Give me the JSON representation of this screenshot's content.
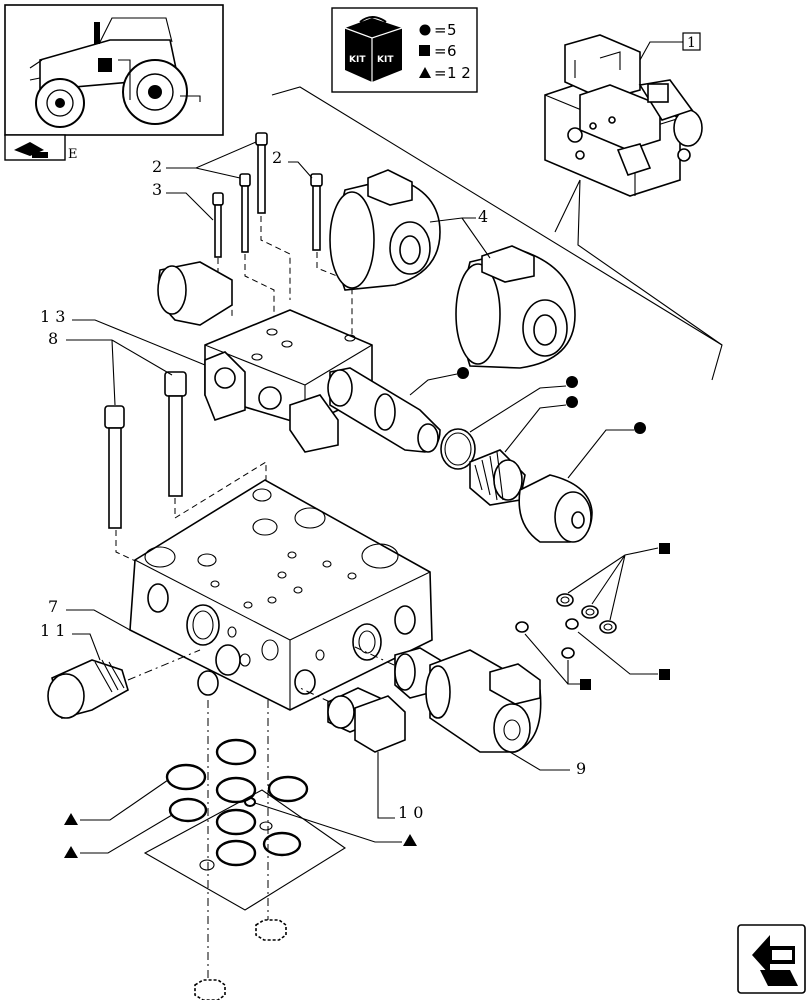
{
  "kit_legend": {
    "kit_left": "KIT",
    "kit_right": "KIT",
    "circle_value": "5",
    "square_value": "6",
    "triangle_value": "1 2"
  },
  "callouts": {
    "item_1": "1",
    "item_2a": "2",
    "item_2b": "2",
    "item_3": "3",
    "item_4": "4",
    "item_13": "1 3",
    "item_8": "8",
    "item_7": "7",
    "item_11": "1 1",
    "item_9": "9",
    "item_10": "1 0"
  },
  "thumbnail": {
    "section_letter": "E"
  },
  "icons": {
    "kit_marker": "circle-marker-icon",
    "square_marker": "square-marker-icon",
    "triangle_marker": "triangle-marker-icon",
    "nav_arrow": "navigation-arrow-icon",
    "thumb_nav": "thumbnail-nav-icon"
  }
}
